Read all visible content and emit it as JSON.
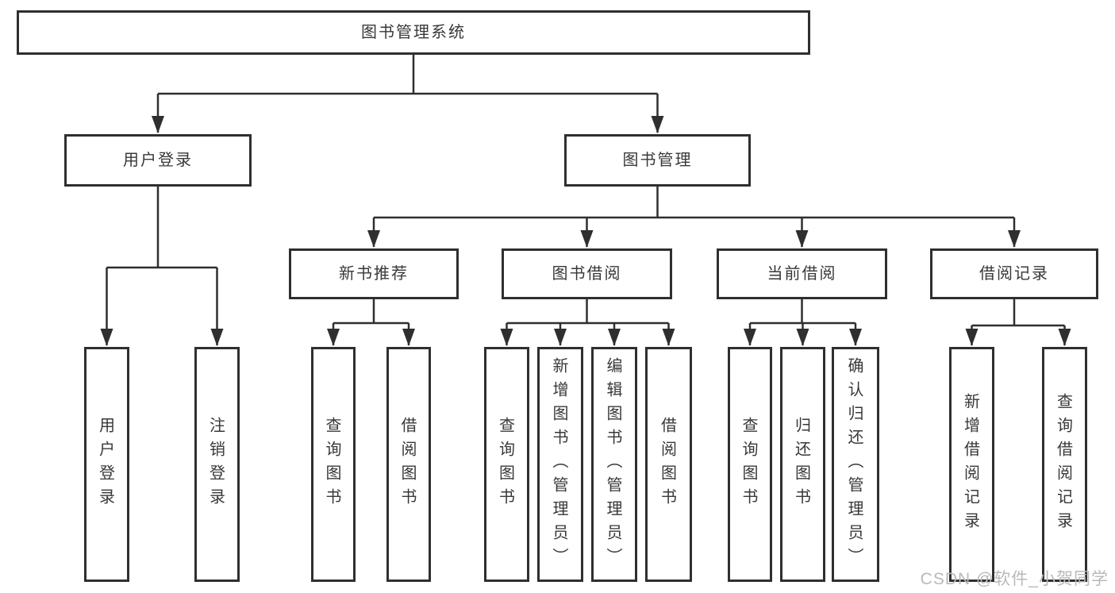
{
  "diagram_title": "图书管理系统",
  "hierarchy": {
    "label": "图书管理系统",
    "children": [
      {
        "label": "用户登录",
        "children": [
          {
            "label": "用户登录"
          },
          {
            "label": "注销登录"
          }
        ]
      },
      {
        "label": "图书管理",
        "children": [
          {
            "label": "新书推荐",
            "children": [
              {
                "label": "查询图书"
              },
              {
                "label": "借阅图书"
              }
            ]
          },
          {
            "label": "图书借阅",
            "children": [
              {
                "label": "查询图书"
              },
              {
                "label": "新增图书（管理员）"
              },
              {
                "label": "编辑图书（管理员）"
              },
              {
                "label": "借阅图书"
              }
            ]
          },
          {
            "label": "当前借阅",
            "children": [
              {
                "label": "查询图书"
              },
              {
                "label": "归还图书"
              },
              {
                "label": "确认归还（管理员）"
              }
            ]
          },
          {
            "label": "借阅记录",
            "children": [
              {
                "label": "新增借阅记录"
              },
              {
                "label": "查询借阅记录"
              }
            ]
          }
        ]
      }
    ]
  },
  "watermark": "CSDN @软件_小贺同学",
  "colors": {
    "line": "#2f2f2f",
    "text": "#383838",
    "watermark": "#b9b9b9",
    "background": "#ffffff"
  }
}
